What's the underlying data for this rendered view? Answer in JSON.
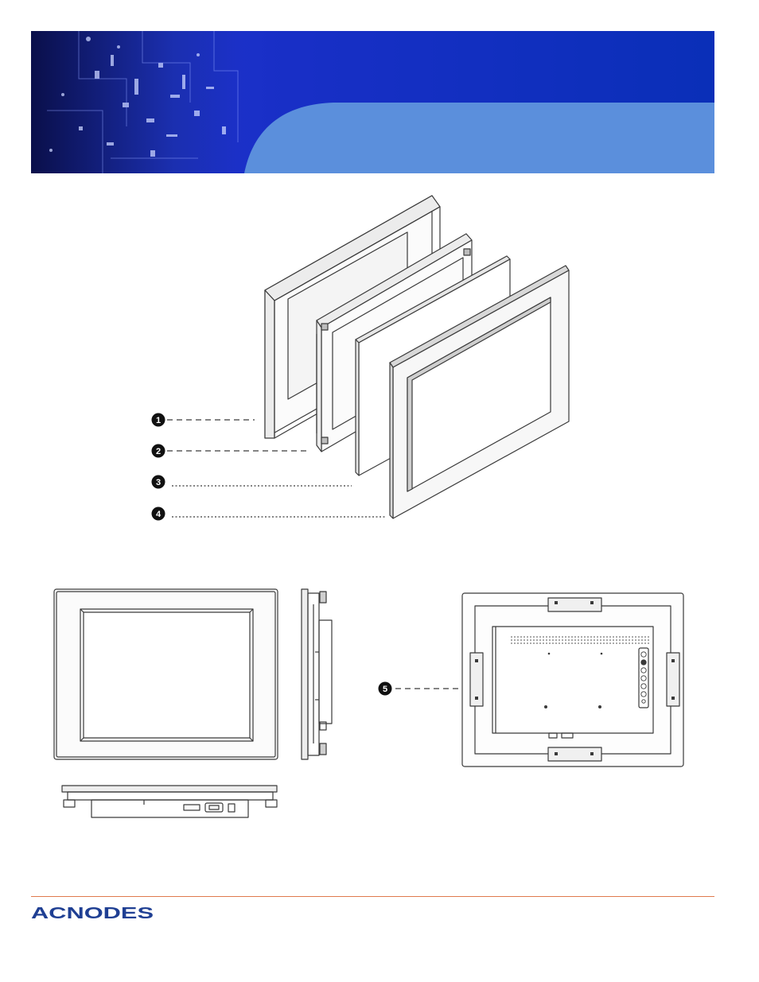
{
  "logo": {
    "text": "ACNODES"
  },
  "callouts": [
    {
      "number": "1",
      "style": "dashed"
    },
    {
      "number": "2",
      "style": "dashed"
    },
    {
      "number": "3",
      "style": "dotted"
    },
    {
      "number": "4",
      "style": "dotted"
    },
    {
      "number": "5",
      "style": "dashed"
    }
  ],
  "colors": {
    "banner_dark": "#0a1fa8",
    "banner_light": "#5b8fdc",
    "footer_rule": "#e07a4e",
    "logo": "#1f3f93",
    "line": "#3a3a3a"
  }
}
